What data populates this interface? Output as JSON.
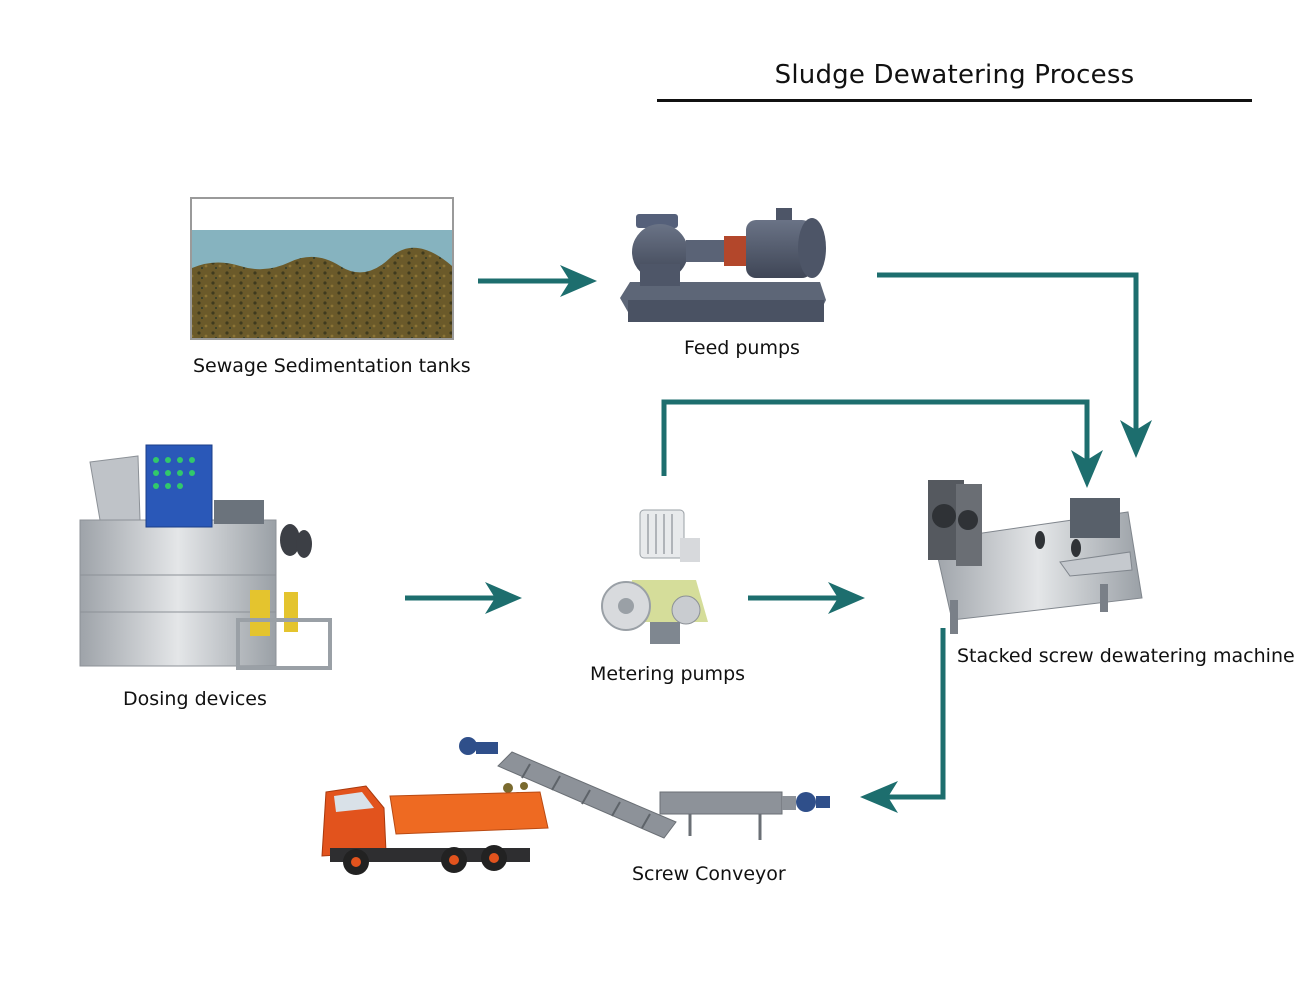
{
  "title": "Sludge Dewatering Process",
  "nodes": {
    "sedimentation_tank": "Sewage Sedimentation tanks",
    "feed_pump": "Feed pumps",
    "dosing_device": "Dosing devices",
    "metering_pump": "Metering pumps",
    "dewatering_machine": "Stacked screw dewatering machine",
    "screw_conveyor": "Screw Conveyor"
  },
  "colors": {
    "arrow": "#1d6e6e",
    "water": "#86b3bf",
    "sludge": "#6b5a2a",
    "steel": "#b9bdc2",
    "truck_cab": "#e2531d",
    "truck_bed": "#ee6a22",
    "motor_blue": "#2f4f8a",
    "control_panel": "#2a58b8"
  }
}
